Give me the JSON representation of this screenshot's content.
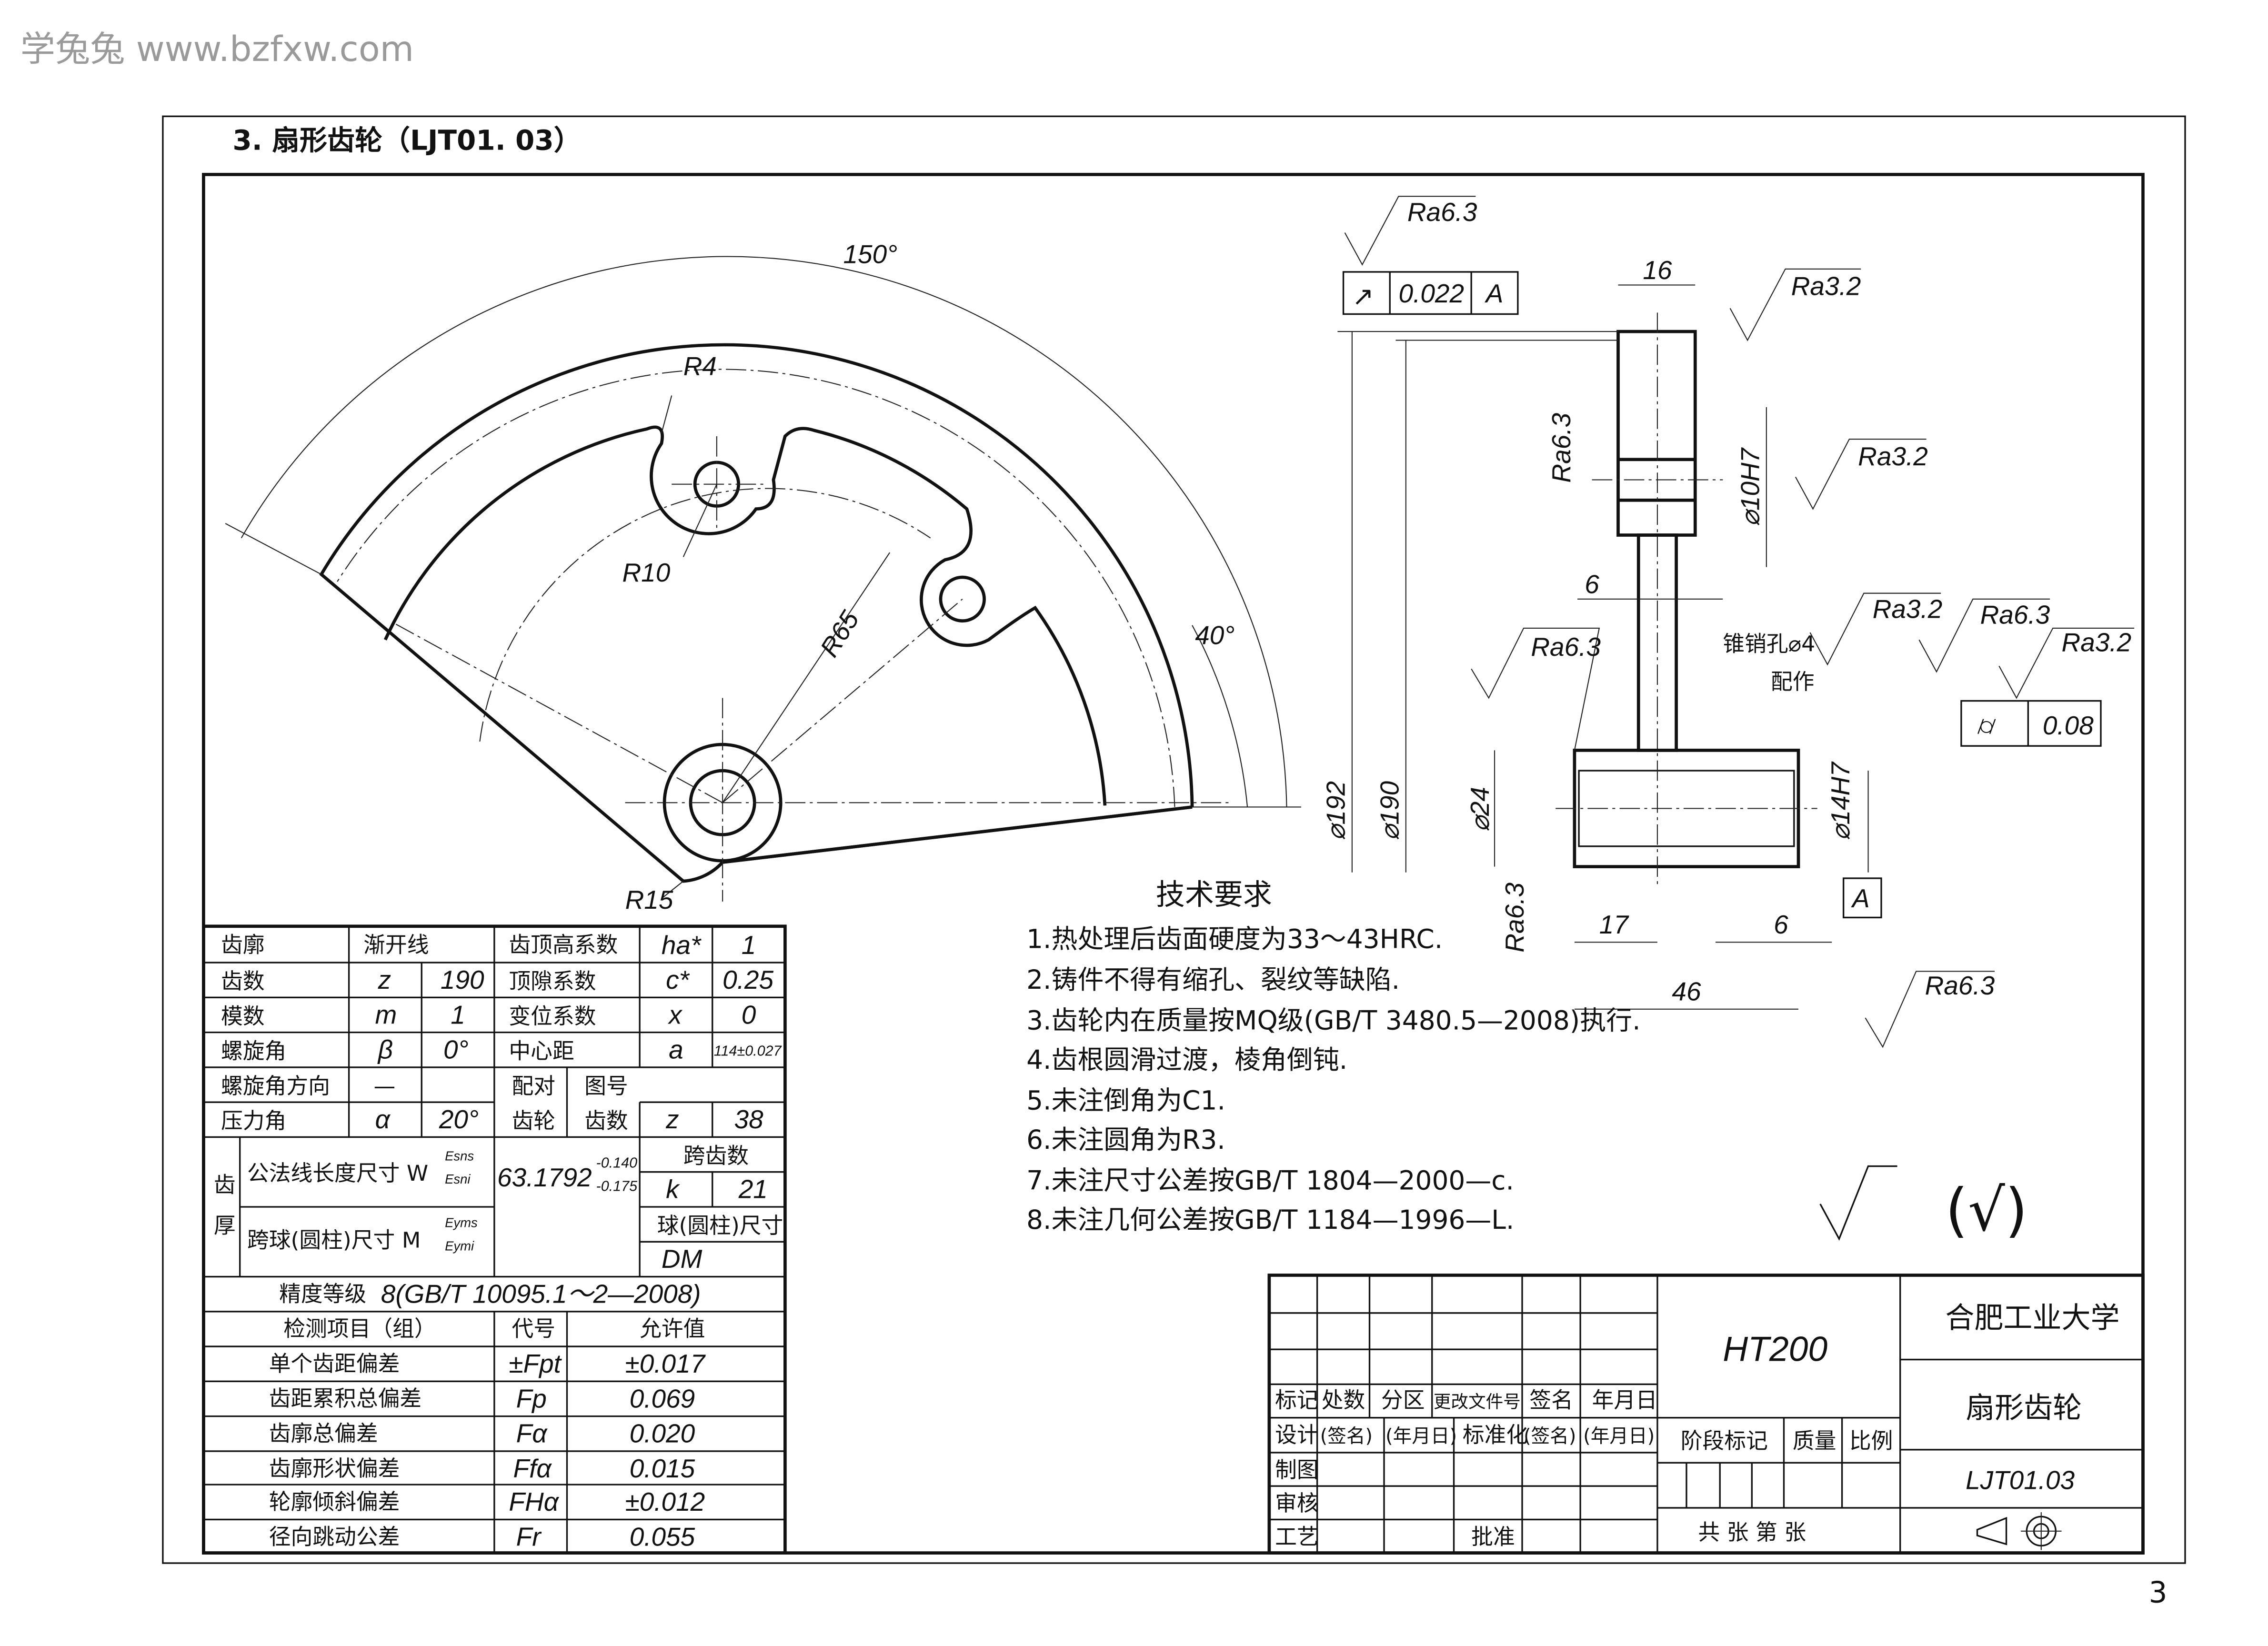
{
  "watermark": "学兔兔 www.bzfxw.com",
  "heading": "3. 扇形齿轮（LJT01. 03）",
  "page_number": "3",
  "drawing": {
    "dims": {
      "angle150": "150°",
      "angle40": "40°",
      "r4": "R4",
      "r10": "R10",
      "r65": "R65",
      "r15": "R15",
      "d192": "⌀192",
      "d190": "⌀190",
      "d24": "⌀24",
      "d10h7": "⌀10H7",
      "d14h7": "⌀14H7",
      "w16": "16",
      "w6a": "6",
      "w17": "17",
      "w6b": "6",
      "w46": "46"
    },
    "roughness": [
      "Ra6.3",
      "Ra3.2",
      "Ra6.3",
      "Ra3.2",
      "Ra6.3",
      "Ra3.2",
      "Ra6.3",
      "Ra3.2",
      "Ra6.3",
      "Ra6.3"
    ],
    "runout_tolerance": {
      "value": "0.022",
      "datum": "A"
    },
    "cylindricity_tolerance": {
      "value": "0.08"
    },
    "datum_label": "A",
    "pin_hole": "锥销孔⌀4",
    "pin_hole_note": "配作",
    "general_roughness": "(√)"
  },
  "tech_requirements": {
    "title": "技术要求",
    "items": [
      "1.热处理后齿面硬度为33～43HRC.",
      "2.铸件不得有缩孔、裂纹等缺陷.",
      "3.齿轮内在质量按MQ级(GB/T 3480.5—2008)执行.",
      "4.齿根圆滑过渡，棱角倒钝.",
      "5.未注倒角为C1.",
      "6.未注圆角为R3.",
      "7.未注尺寸公差按GB/T 1804—2000—c.",
      "8.未注几何公差按GB/T 1184—1996—L."
    ]
  },
  "gear_params": {
    "rows": [
      {
        "label": "齿廓",
        "sym": "渐开线",
        "val": "",
        "label2": "齿顶高系数",
        "sym2": "ha*",
        "val2": "1"
      },
      {
        "label": "齿数",
        "sym": "z",
        "val": "190",
        "label2": "顶隙系数",
        "sym2": "c*",
        "val2": "0.25"
      },
      {
        "label": "模数",
        "sym": "m",
        "val": "1",
        "label2": "变位系数",
        "sym2": "x",
        "val2": "0"
      },
      {
        "label": "螺旋角",
        "sym": "β",
        "val": "0°",
        "label2": "中心距",
        "sym2": "a",
        "val2": "114±0.027"
      },
      {
        "label": "螺旋角方向",
        "sym": "—",
        "val": ""
      },
      {
        "label": "压力角",
        "sym": "α",
        "val": "20°"
      }
    ],
    "mating": {
      "label_a": "配对",
      "label_b": "齿轮",
      "drawing_no": "图号",
      "teeth": "齿数",
      "sym": "z",
      "val": "38"
    },
    "thickness": {
      "label_a": "齿",
      "label_b": "厚",
      "w_label": "公法线长度尺寸 W",
      "w_sup": "Esns",
      "w_sub": "Esni",
      "w_value": "63.1792",
      "w_upper": "-0.140",
      "w_lower": "-0.175",
      "span_label": "跨齿数",
      "k_sym": "k",
      "k_val": "21",
      "m_label": "跨球(圆柱)尺寸 M",
      "m_sup": "Eyms",
      "m_sub": "Eymi",
      "ball_label": "球(圆柱)尺寸",
      "dm_sym": "DM"
    },
    "precision": {
      "label": "精度等级",
      "value": "8(GB/T 10095.1～2—2008)"
    },
    "tolerance_header": {
      "item": "检测项目（组）",
      "code": "代号",
      "value": "允许值"
    },
    "tolerances": [
      {
        "item": "单个齿距偏差",
        "code": "±Fpt",
        "value": "±0.017"
      },
      {
        "item": "齿距累积总偏差",
        "code": "Fp",
        "value": "0.069"
      },
      {
        "item": "齿廓总偏差",
        "code": "Fα",
        "value": "0.020"
      },
      {
        "item": "齿廓形状偏差",
        "code": "Ffα",
        "value": "0.015"
      },
      {
        "item": "轮廓倾斜偏差",
        "code": "FHα",
        "value": "±0.012"
      },
      {
        "item": "径向跳动公差",
        "code": "Fr",
        "value": "0.055"
      }
    ]
  },
  "title_block": {
    "material": "HT200",
    "school": "合肥工业大学",
    "part_name": "扇形齿轮",
    "drawing_number": "LJT01.03",
    "rev_header": [
      "标记",
      "处数",
      "分区",
      "更改文件号",
      "签名",
      "年月日"
    ],
    "design_row": [
      "设计",
      "(签名)",
      "(年月日)",
      "标准化",
      "(签名)",
      "(年月日)"
    ],
    "draw": "制图",
    "check": "审核",
    "process": "工艺",
    "approve": "批准",
    "stage": "阶段标记",
    "mass": "质量",
    "scale": "比例",
    "sheets": "共  张  第  张"
  }
}
